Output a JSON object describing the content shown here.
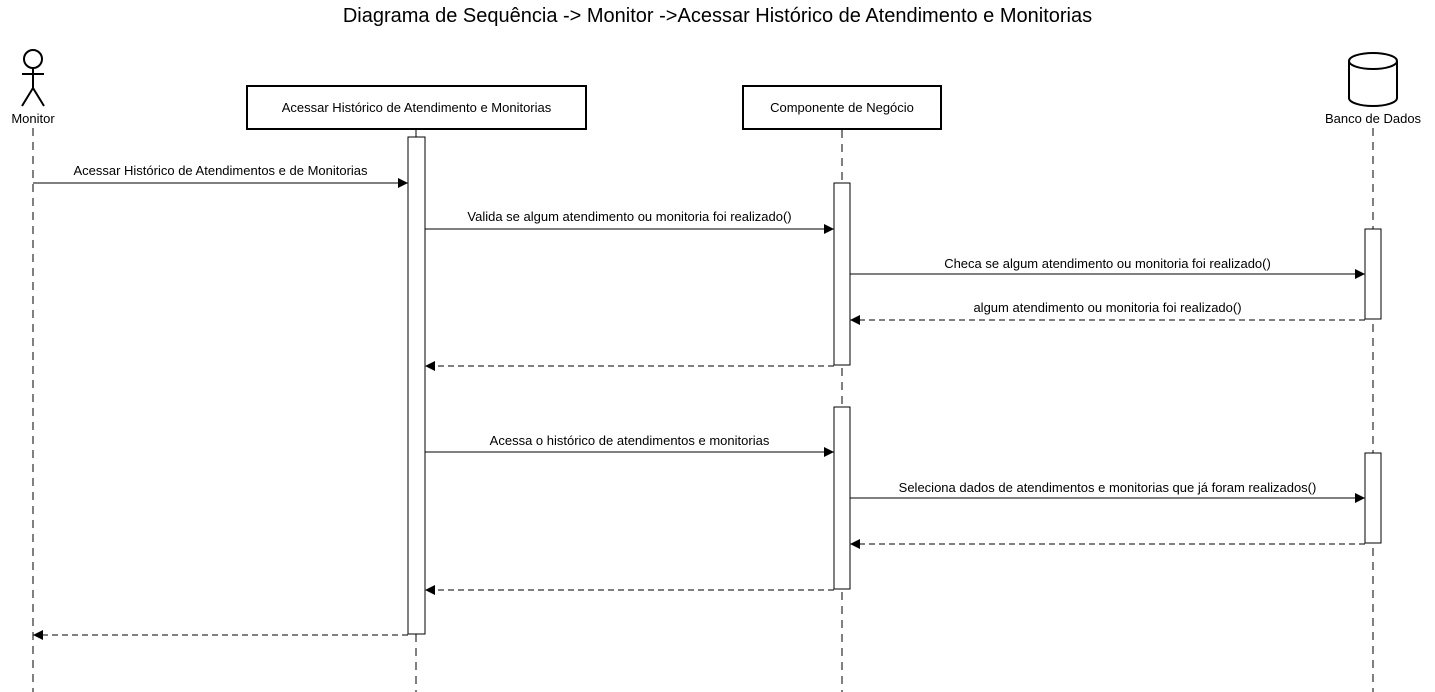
{
  "title": "Diagrama de Sequência -> Monitor ->Acessar Histórico de Atendimento e Monitorias",
  "participants": {
    "actor": {
      "label": "Monitor",
      "icon": "stick-figure-icon"
    },
    "boundary": {
      "label": "Acessar Histórico de Atendimento e Monitorias"
    },
    "business": {
      "label": "Componente de Negócio"
    },
    "database": {
      "label": "Banco de Dados",
      "icon": "database-cylinder-icon"
    }
  },
  "messages": [
    {
      "from": "actor",
      "to": "boundary",
      "label": "Acessar Histórico de Atendimentos e de Monitorias",
      "type": "sync"
    },
    {
      "from": "boundary",
      "to": "business",
      "label": "Valida se algum atendimento ou monitoria foi realizado()",
      "type": "sync"
    },
    {
      "from": "business",
      "to": "database",
      "label": "Checa se algum atendimento ou monitoria foi realizado()",
      "type": "sync"
    },
    {
      "from": "database",
      "to": "business",
      "label": "algum atendimento ou monitoria foi realizado()",
      "type": "return"
    },
    {
      "from": "business",
      "to": "boundary",
      "label": "",
      "type": "return"
    },
    {
      "from": "boundary",
      "to": "business",
      "label": "Acessa o histórico de atendimentos e monitorias",
      "type": "sync"
    },
    {
      "from": "business",
      "to": "database",
      "label": "Seleciona dados de atendimentos e monitorias que já foram realizados()",
      "type": "sync"
    },
    {
      "from": "database",
      "to": "business",
      "label": "",
      "type": "return"
    },
    {
      "from": "business",
      "to": "boundary",
      "label": "",
      "type": "return"
    },
    {
      "from": "boundary",
      "to": "actor",
      "label": "",
      "type": "return"
    }
  ]
}
